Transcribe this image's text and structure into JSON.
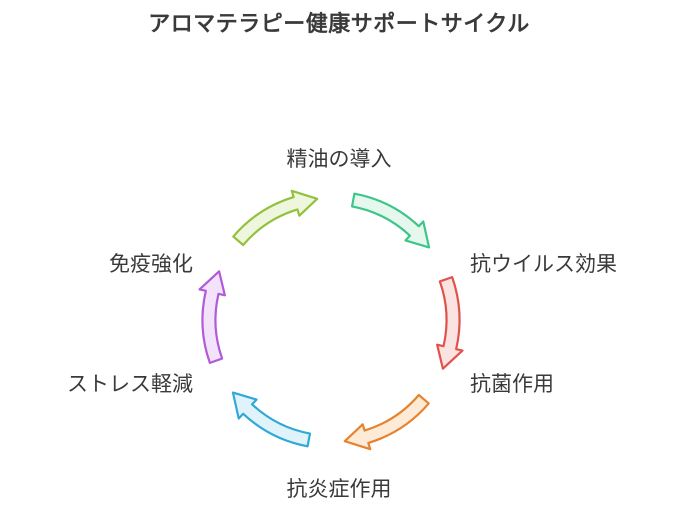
{
  "title": "アロマテラピー健康サポートサイクル",
  "steps": [
    {
      "label": "精油の導入",
      "color": "#3dc58a",
      "fill": "#e6f8ee"
    },
    {
      "label": "抗ウイルス効果",
      "color": "#e0524a",
      "fill": "#fbe3e1"
    },
    {
      "label": "抗菌作用",
      "color": "#e8822e",
      "fill": "#fdebd8"
    },
    {
      "label": "抗炎症作用",
      "color": "#2fa9d6",
      "fill": "#e0f3fa"
    },
    {
      "label": "ストレス軽減",
      "color": "#b25ad9",
      "fill": "#f3e3fa"
    },
    {
      "label": "免疫強化",
      "color": "#93c13c",
      "fill": "#eef6dd"
    }
  ]
}
